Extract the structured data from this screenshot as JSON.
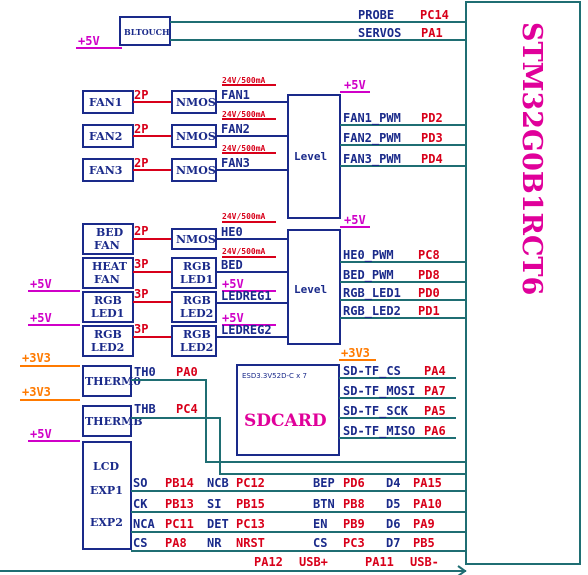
{
  "chip": {
    "label": "STM32G0B1RCT6",
    "color": "#e0009a"
  },
  "top": {
    "probe": "PROBE",
    "probe_pin": "PC14",
    "servos": "SERVOS",
    "servos_pin": "PA1",
    "bltouch": "BLTOUCH",
    "v5": "+5V"
  },
  "fans": [
    {
      "label": "FAN1",
      "conn": "2P",
      "nmos": "NMOS",
      "net": "FAN1",
      "rating": "24V/500mA",
      "pwm": "FAN1_PWM",
      "pin": "PD2"
    },
    {
      "label": "FAN2",
      "conn": "2P",
      "nmos": "NMOS",
      "net": "FAN2",
      "rating": "24V/500mA",
      "pwm": "FAN2_PWM",
      "pin": "PD3"
    },
    {
      "label": "FAN3",
      "conn": "2P",
      "nmos": "NMOS",
      "net": "FAN3",
      "rating": "24V/500mA",
      "pwm": "FAN3_PWM",
      "pin": "PD4"
    }
  ],
  "level1": {
    "label": "Level",
    "v5": "+5V",
    "rating_top": "24V/500mA"
  },
  "level2": {
    "label": "Level",
    "v5": "+5V"
  },
  "heat": {
    "bedfan": {
      "label1": "BED",
      "label2": "FAN",
      "conn": "2P",
      "nmos": "NMOS",
      "net": "HE0",
      "rating": "24V/500mA",
      "rating2": "24V/500mA"
    },
    "heatfan": {
      "label1": "HEAT",
      "label2": "FAN",
      "conn": "3P",
      "rgb1": "RGB",
      "rgb2": "LED1",
      "net": "BED",
      "v5": "+5V"
    },
    "rgbled1": {
      "label1": "RGB",
      "label2": "LED1",
      "conn": "3P",
      "rgb1": "RGB",
      "rgb2": "LED2",
      "net": "LEDREG1",
      "v5": "+5V",
      "v5b": "+5V"
    },
    "rgbled2": {
      "label1": "RGB",
      "label2": "LED2",
      "conn": "3P",
      "rgb1": "RGB",
      "rgb2": "LED2",
      "net": "LEDREG2",
      "v5": "+5V"
    },
    "pwm": [
      {
        "sig": "HE0_PWM",
        "pin": "PC8"
      },
      {
        "sig": "BED_PWM",
        "pin": "PD8"
      },
      {
        "sig": "RGB_LED1",
        "pin": "PD0"
      },
      {
        "sig": "RGB_LED2",
        "pin": "PD1"
      }
    ]
  },
  "therm": {
    "v33a": "+3V3",
    "v33b": "+3V3",
    "therm0": "THERM0",
    "thermb": "THERMB",
    "th0": "TH0",
    "th0_pin": "PA0",
    "thb": "THB",
    "thb_pin": "PC4"
  },
  "sdcard": {
    "label": "SDCARD",
    "part": "ESD3.3V52D-C x 7",
    "v33": "+3V3",
    "pins": [
      {
        "sig": "SD-TF_CS",
        "pin": "PA4"
      },
      {
        "sig": "SD-TF_MOSI",
        "pin": "PA7"
      },
      {
        "sig": "SD-TF_SCK",
        "pin": "PA5"
      },
      {
        "sig": "SD-TF_MISO",
        "pin": "PA6"
      }
    ]
  },
  "lcd": {
    "v5": "+5V",
    "l1": "LCD",
    "l2": "EXP1",
    "l3": "EXP2",
    "rows": [
      {
        "a": "SO",
        "ap": "PB14",
        "b": "NCB",
        "bp": "PC12",
        "c": "BEP",
        "cp": "PD6",
        "d": "D4",
        "dp": "PA15"
      },
      {
        "a": "CK",
        "ap": "PB13",
        "b": "SI",
        "bp": "PB15",
        "c": "BTN",
        "cp": "PB8",
        "d": "D5",
        "dp": "PA10"
      },
      {
        "a": "NCA",
        "ap": "PC11",
        "b": "DET",
        "bp": "PC13",
        "c": "EN",
        "cp": "PB9",
        "d": "D6",
        "dp": "PA9"
      },
      {
        "a": "CS",
        "ap": "PA8",
        "b": "NR",
        "bp": "NRST",
        "c": "CS",
        "cp": "PC3",
        "d": "D7",
        "dp": "PB5"
      }
    ]
  },
  "usb": {
    "p": "PA12",
    "pl": "USB+",
    "m": "PA11",
    "ml": "USB-"
  }
}
